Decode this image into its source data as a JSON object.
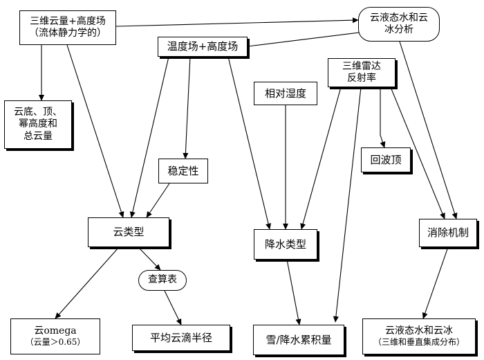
{
  "nodes": {
    "n3d_cloud": {
      "line1": "三维云量+高度场",
      "line2": "（流体静力学的）"
    },
    "temp_height": {
      "label": "温度场+高度场"
    },
    "liquid_ice_analysis": {
      "line1": "云液态水和云",
      "line2": "冰分析"
    },
    "radar": {
      "line1": "三维雷达",
      "line2": "反射率"
    },
    "humidity": {
      "label": "相对湿度"
    },
    "cloud_base": {
      "line1": "云底、顶、",
      "line2": "幂高度和",
      "line3": "总云量"
    },
    "echo_top": {
      "label": "回波顶"
    },
    "stability": {
      "label": "稳定性"
    },
    "cloud_type": {
      "label": "云类型"
    },
    "precip_type": {
      "label": "降水类型"
    },
    "dissipation": {
      "label": "消除机制"
    },
    "lookup": {
      "label": "查算表"
    },
    "omega": {
      "line1": "云omega",
      "line2": "（云量＞0.65）"
    },
    "droplet": {
      "label": "平均云滴半径"
    },
    "snow_precip": {
      "label": "雪/降水累积量"
    },
    "liquid_ice_dist": {
      "line1": "云液态水和云冰",
      "line2": "（三维和垂直集成分布）"
    }
  }
}
